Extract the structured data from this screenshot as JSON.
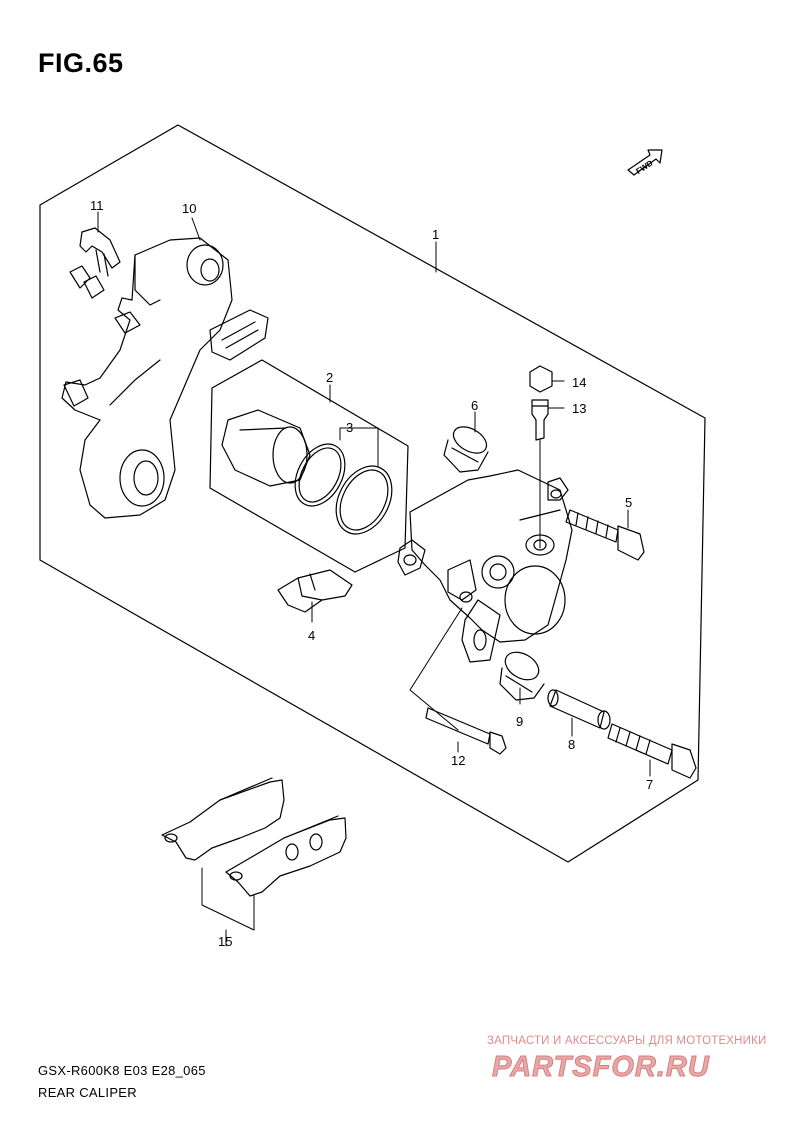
{
  "figure": {
    "title": "FIG.65"
  },
  "fwd_badge": {
    "label": "FWD"
  },
  "callouts": {
    "c1": "1",
    "c2": "2",
    "c3": "3",
    "c4": "4",
    "c5": "5",
    "c6": "6",
    "c7": "7",
    "c8": "8",
    "c9": "9",
    "c10": "10",
    "c11": "11",
    "c12": "12",
    "c13": "13",
    "c14": "14",
    "c15": "15"
  },
  "footer": {
    "model": "GSX-R600K8 E03 E28_065",
    "caption": "REAR CALIPER"
  },
  "watermark": {
    "text": "ЗАПЧАСТИ И АКСЕССУАРЫ ДЛЯ МОТОТЕХНИКИ",
    "logo": "PARTSFOR.RU"
  },
  "colors": {
    "line": "#000000",
    "watermark": "#e08a8a"
  }
}
